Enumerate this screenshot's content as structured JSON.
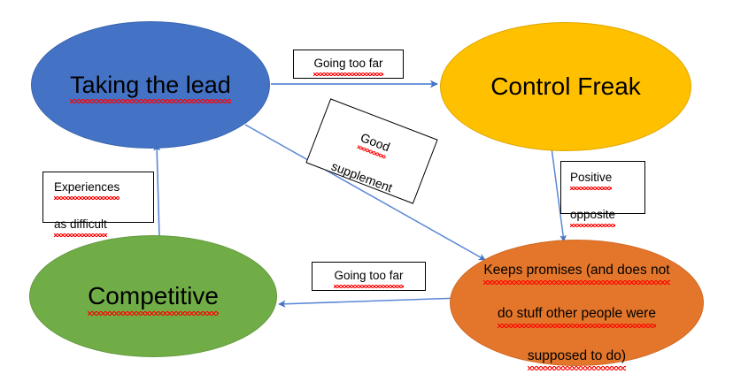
{
  "diagram": {
    "title": "Taking the lead / Control Freak / Competitive / Keeps promises relationship diagram",
    "background_color": "#FFFFFF",
    "connector_color": "#4472C4"
  },
  "nodes": [
    {
      "id": "taking-the-lead",
      "label": "Taking the lead",
      "shape": "ellipse",
      "fill": "#4472C4",
      "text_color": "#000000",
      "spellcheck_underline": true
    },
    {
      "id": "control-freak",
      "label": "Control Freak",
      "shape": "ellipse",
      "fill": "#FFC000",
      "text_color": "#000000",
      "spellcheck_underline": false
    },
    {
      "id": "competitive",
      "label": "Competitive",
      "shape": "ellipse",
      "fill": "#70AD47",
      "text_color": "#000000",
      "spellcheck_underline": true
    },
    {
      "id": "keeps-promises",
      "label": "Keeps promises (and does not\ndo stuff other people were\nsupposed to do)",
      "line1": "Keeps promises (and does not",
      "line2": "do stuff other people were",
      "line3": "supposed to do)",
      "shape": "ellipse",
      "fill": "#E3762A",
      "text_color": "#000000",
      "spellcheck_underline": true
    }
  ],
  "labels": [
    {
      "id": "going-too-far-top",
      "text": "Going too far",
      "from": "taking-the-lead",
      "to": "control-freak",
      "rotation_deg": 0
    },
    {
      "id": "good-supplement",
      "text": "Good\nsupplement",
      "line1": "Good",
      "line2": "supplement",
      "from": "taking-the-lead",
      "to": "keeps-promises",
      "rotation_deg": 21
    },
    {
      "id": "positive-opposite",
      "text": "Positive\nopposite",
      "line1": "Positive",
      "line2": "opposite",
      "from": "control-freak",
      "to": "keeps-promises",
      "rotation_deg": 0
    },
    {
      "id": "experiences-as-difficult",
      "text": "Experiences\nas difficult",
      "line1": "Experiences",
      "line2": "as difficult",
      "from": "competitive",
      "to": "taking-the-lead",
      "rotation_deg": 0
    },
    {
      "id": "going-too-far-bottom",
      "text": "Going too far",
      "from": "keeps-promises",
      "to": "competitive",
      "rotation_deg": 0
    }
  ],
  "arrows": [
    {
      "id": "taking-the-lead-to-control-freak",
      "from": "taking-the-lead",
      "to": "control-freak",
      "label": "Going too far"
    },
    {
      "id": "taking-the-lead-to-keeps-promises",
      "from": "taking-the-lead",
      "to": "keeps-promises",
      "label": "Good supplement"
    },
    {
      "id": "control-freak-to-keeps-promises",
      "from": "control-freak",
      "to": "keeps-promises",
      "label": "Positive opposite"
    },
    {
      "id": "competitive-to-taking-the-lead",
      "from": "competitive",
      "to": "taking-the-lead",
      "label": "Experiences as difficult"
    },
    {
      "id": "keeps-promises-to-competitive",
      "from": "keeps-promises",
      "to": "competitive",
      "label": "Going too far"
    }
  ]
}
